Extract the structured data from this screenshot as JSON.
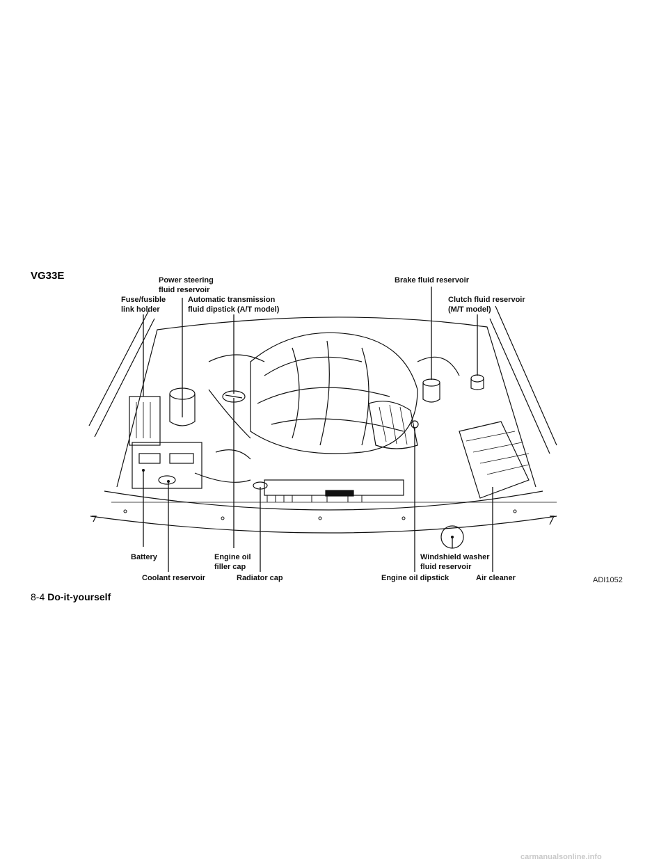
{
  "figure": {
    "model": "VG33E",
    "figure_id": "ADI1052",
    "labels": {
      "power_steering": [
        "Power steering",
        "fluid reservoir"
      ],
      "fuse_holder": [
        "Fuse/fusible",
        "link holder"
      ],
      "at_dipstick": [
        "Automatic transmission",
        "fluid dipstick (A/T model)"
      ],
      "brake_fluid": [
        "Brake fluid reservoir"
      ],
      "clutch_fluid": [
        "Clutch fluid reservoir",
        "(M/T model)"
      ],
      "battery": [
        "Battery"
      ],
      "engine_oil_filler": [
        "Engine oil",
        "filler cap"
      ],
      "coolant": [
        "Coolant reservoir"
      ],
      "radiator_cap": [
        "Radiator cap"
      ],
      "washer_fluid": [
        "Windshield washer",
        "fluid reservoir"
      ],
      "engine_oil_dipstick": [
        "Engine oil dipstick"
      ],
      "air_cleaner": [
        "Air cleaner"
      ]
    }
  },
  "footer": {
    "page_number": "8-4",
    "section": "Do-it-yourself"
  },
  "watermark": "carmanualsonline.info"
}
